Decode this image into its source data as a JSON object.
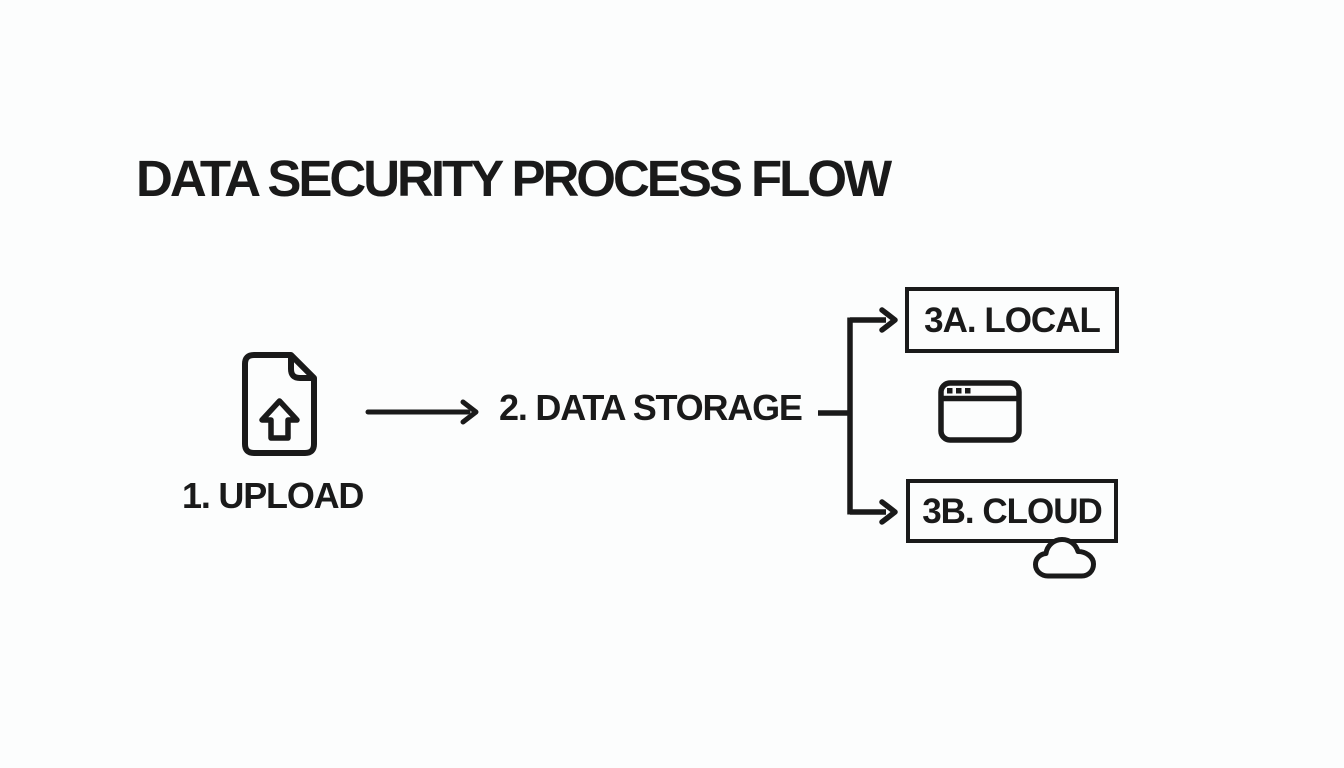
{
  "title": "DATA SECURITY PROCESS FLOW",
  "colors": {
    "ink": "#1a1a1a",
    "background": "#fcfdfd"
  },
  "flow": {
    "step1": {
      "label": "1. UPLOAD",
      "icon": "document-upload-icon"
    },
    "connector1": {
      "type": "arrow-right"
    },
    "step2": {
      "label": "2. DATA STORAGE"
    },
    "branch": {
      "type": "two-way-split",
      "targets": [
        "3A. LOCAL",
        "3B. CLOUD"
      ]
    },
    "step3a": {
      "label": "3A. LOCAL",
      "icon": "browser-window-icon"
    },
    "step3b": {
      "label": "3B. CLOUD",
      "icon": "cloud-icon"
    }
  }
}
